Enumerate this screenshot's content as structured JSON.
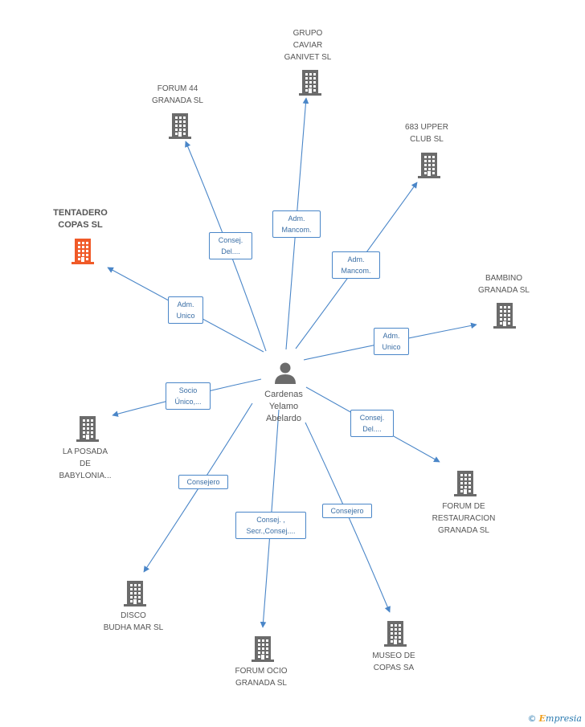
{
  "center": {
    "label": "Cardenas\nYelamo\nAbelardo",
    "icon": "person-icon"
  },
  "colors": {
    "edge": "#4a86c8",
    "building": "#6b6b6b",
    "highlight": "#f05a28"
  },
  "nodes": [
    {
      "id": "grupo-caviar",
      "label": "GRUPO\nCAVIAR\nGANIVET  SL",
      "highlight": false,
      "icon": "building-icon"
    },
    {
      "id": "forum44",
      "label": "FORUM 44\nGRANADA SL",
      "highlight": false,
      "icon": "building-icon"
    },
    {
      "id": "683upper",
      "label": "683 UPPER\nCLUB SL",
      "highlight": false,
      "icon": "building-icon"
    },
    {
      "id": "tentadero",
      "label": "TENTADERO\nCOPAS SL",
      "highlight": true,
      "icon": "building-icon"
    },
    {
      "id": "bambino",
      "label": "BAMBINO\nGRANADA SL",
      "highlight": false,
      "icon": "building-icon"
    },
    {
      "id": "posada",
      "label": "LA POSADA\nDE\nBABYLONIA...",
      "highlight": false,
      "icon": "building-icon"
    },
    {
      "id": "forum-rest",
      "label": "FORUM DE\nRESTAURACION\nGRANADA SL",
      "highlight": false,
      "icon": "building-icon"
    },
    {
      "id": "disco",
      "label": "DISCO\nBUDHA MAR SL",
      "highlight": false,
      "icon": "building-icon"
    },
    {
      "id": "forum-ocio",
      "label": "FORUM OCIO\nGRANADA SL",
      "highlight": false,
      "icon": "building-icon"
    },
    {
      "id": "museo",
      "label": "MUSEO DE\nCOPAS SA",
      "highlight": false,
      "icon": "building-icon"
    }
  ],
  "edges": [
    {
      "to": "grupo-caviar",
      "label": "Adm.\nMancom."
    },
    {
      "to": "forum44",
      "label": "Consej.\nDel...."
    },
    {
      "to": "683upper",
      "label": "Adm.\nMancom."
    },
    {
      "to": "tentadero",
      "label": "Adm.\nUnico"
    },
    {
      "to": "bambino",
      "label": "Adm.\nUnico"
    },
    {
      "to": "posada",
      "label": "Socio\nÚnico,..."
    },
    {
      "to": "forum-rest",
      "label": "Consej.\nDel...."
    },
    {
      "to": "disco",
      "label": "Consejero"
    },
    {
      "to": "forum-ocio",
      "label": "Consej. ,\nSecr.,Consej...."
    },
    {
      "to": "museo",
      "label": "Consejero"
    }
  ],
  "brand": {
    "copyright": "©",
    "first_letter": "E",
    "rest": "mpresia"
  }
}
